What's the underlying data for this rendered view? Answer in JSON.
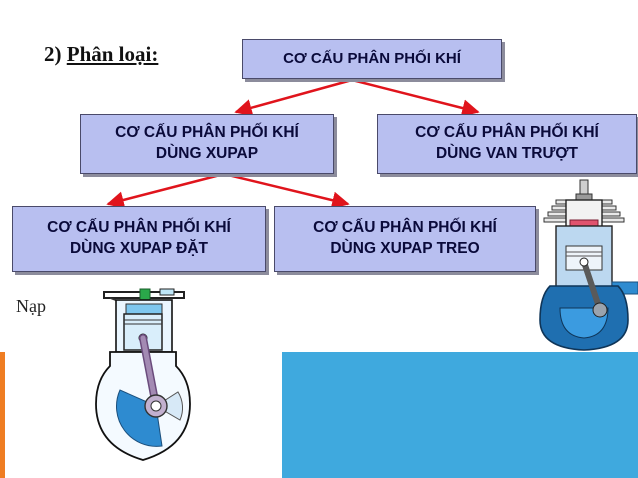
{
  "heading": {
    "number": "2)",
    "label": "Phân loại:"
  },
  "tree": {
    "root": {
      "line1": "CƠ CẤU PHÂN PHỐI KHÍ"
    },
    "left": {
      "line1": "CƠ CẤU PHÂN PHỐI KHÍ",
      "line2": "DÙNG XUPAP"
    },
    "right": {
      "line1": "CƠ CẤU PHÂN PHỐI KHÍ",
      "line2": "DÙNG VAN TRƯỢT"
    },
    "left_low": {
      "line1": "CƠ CẤU PHÂN PHỐI KHÍ",
      "line2": "DÙNG XUPAP ĐẶT"
    },
    "left_high": {
      "line1": "CƠ CẤU PHÂN PHỐI KHÍ",
      "line2": "DÙNG XUPAP TREO"
    }
  },
  "caption": {
    "intake": "Nạp"
  },
  "colors": {
    "box_fill": "#b8bff0",
    "arrow": "#e0141c",
    "panel": "#3fa9de",
    "accent": "#ef7d22"
  },
  "icons": [
    "poppet-valve-engine-icon",
    "sleeve-valve-engine-icon"
  ]
}
